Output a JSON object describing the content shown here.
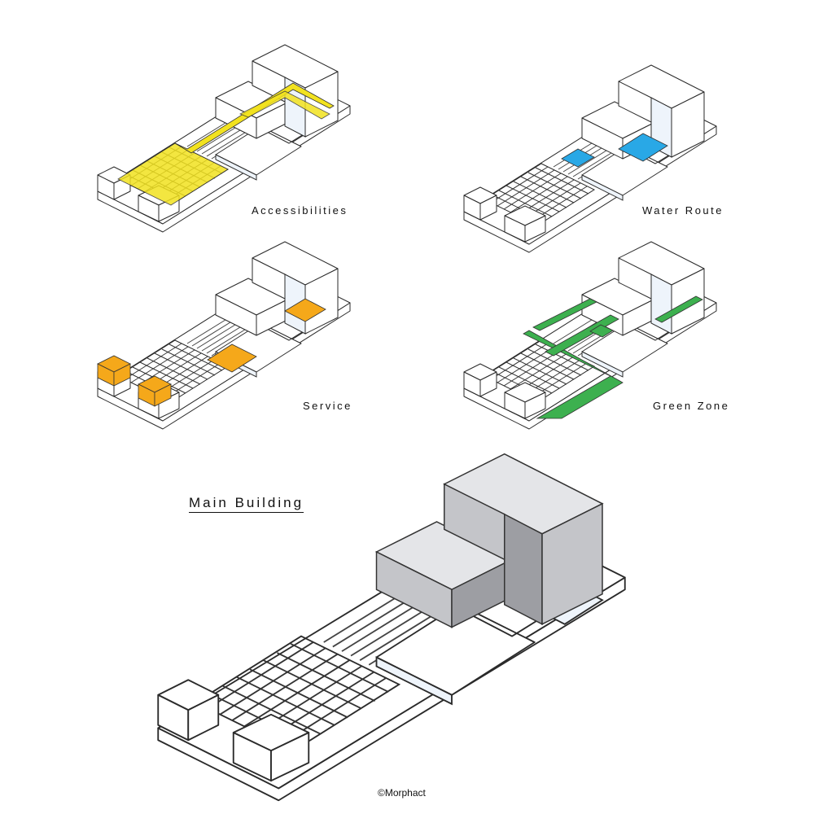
{
  "panels": [
    {
      "label": "Accessibilities",
      "highlight_color": "#f2e21f"
    },
    {
      "label": "Water Route",
      "highlight_color": "#29a8e6"
    },
    {
      "label": "Service",
      "highlight_color": "#f5a81a"
    },
    {
      "label": "Green Zone",
      "highlight_color": "#3db04f"
    }
  ],
  "main": {
    "title": "Main Building",
    "tower_colors": [
      "#c4c5c9",
      "#9d9ea3",
      "#e4e5e8"
    ]
  },
  "credit": "©Morphact"
}
